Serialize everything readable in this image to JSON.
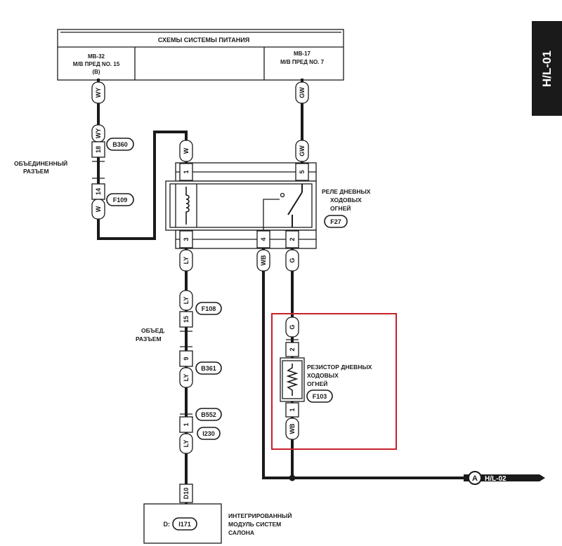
{
  "page_tab": "H/L-01",
  "power": {
    "title": "СХЕМЫ СИСТЕМЫ ПИТАНИЯ",
    "left_line1": "MB-32",
    "left_line2": "М/В ПРЕД NO. 15",
    "left_line3": "(B)",
    "right_line1": "MB-17",
    "right_line2": "М/В ПРЕД NO. 7"
  },
  "connector_joint": {
    "label_line1": "ОБЪЕДИНЕННЫЙ",
    "label_line2": "РАЗЪЕМ",
    "code_top": "B360",
    "code_bottom": "F109",
    "pin_top": "18",
    "pin_bottom": "14"
  },
  "relay": {
    "label_line1": "РЕЛЕ ДНЕВНЫХ",
    "label_line2": "ХОДОВЫХ",
    "label_line3": "ОГНЕЙ",
    "code": "F27",
    "pins": [
      "1",
      "5",
      "3",
      "4",
      "2"
    ]
  },
  "joint_connector2": {
    "label_line1": "ОБЪЕД.",
    "label_line2": "РАЗЪЕМ",
    "code_top": "F108",
    "code_bottom": "B361",
    "pin_top": "15",
    "pin_bottom": "9"
  },
  "connector_b552": {
    "code_top": "B552",
    "code_bottom": "I230",
    "pin": "1"
  },
  "resistor": {
    "label_line1": "РЕЗИСТОР ДНЕВНЫХ",
    "label_line2": "ХОДОВЫХ",
    "label_line3": "ОГНЕЙ",
    "code": "F103",
    "pin_top": "2",
    "pin_bottom": "1"
  },
  "module": {
    "prefix": "D:",
    "code": "I171",
    "label_line1": "ИНТЕГРИРОВАННЫЙ",
    "label_line2": "МОДУЛЬ СИСТЕМ",
    "label_line3": "САЛОНА",
    "pin": "D10"
  },
  "wires": {
    "wy": "WY",
    "gw": "GW",
    "w": "W",
    "ly": "LY",
    "wb": "WB",
    "g": "G"
  },
  "ref": {
    "marker": "A",
    "label": "H/L-02"
  },
  "colors": {
    "highlight": "#c8202a",
    "ink": "#1a1a1a"
  }
}
